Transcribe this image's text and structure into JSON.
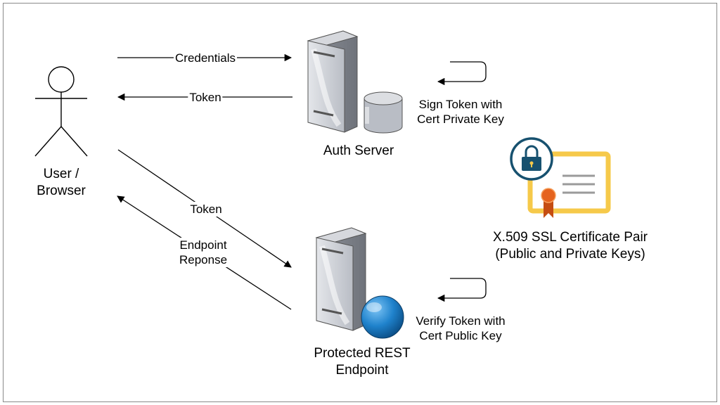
{
  "actors": {
    "user": {
      "label_line1": "User /",
      "label_line2": "Browser"
    }
  },
  "nodes": {
    "auth_server": {
      "label": "Auth Server",
      "icon": "server-database-icon"
    },
    "rest_endpoint": {
      "label_line1": "Protected REST",
      "label_line2": "Endpoint",
      "icon": "server-globe-icon"
    },
    "certificate": {
      "label_line1": "X.509 SSL Certificate Pair",
      "label_line2": "(Public and Private Keys)",
      "icon": "certificate-lock-icon"
    }
  },
  "edges": {
    "credentials": "Credentials",
    "token_back": "Token",
    "token_to_endpoint": "Token",
    "endpoint_response_line1": "Endpoint",
    "endpoint_response_line2": "Reponse"
  },
  "self_loops": {
    "sign": {
      "line1": "Sign Token with",
      "line2": "Cert Private Key"
    },
    "verify": {
      "line1": "Verify Token with",
      "line2": "Cert Public Key"
    }
  },
  "colors": {
    "server_body": "#9a9ea6",
    "server_front": "#cfd2d8",
    "certificate_border": "#f6c94a",
    "lock_badge": "#17516f",
    "ribbon": "#e5631e",
    "globe": "#1f82cc"
  }
}
